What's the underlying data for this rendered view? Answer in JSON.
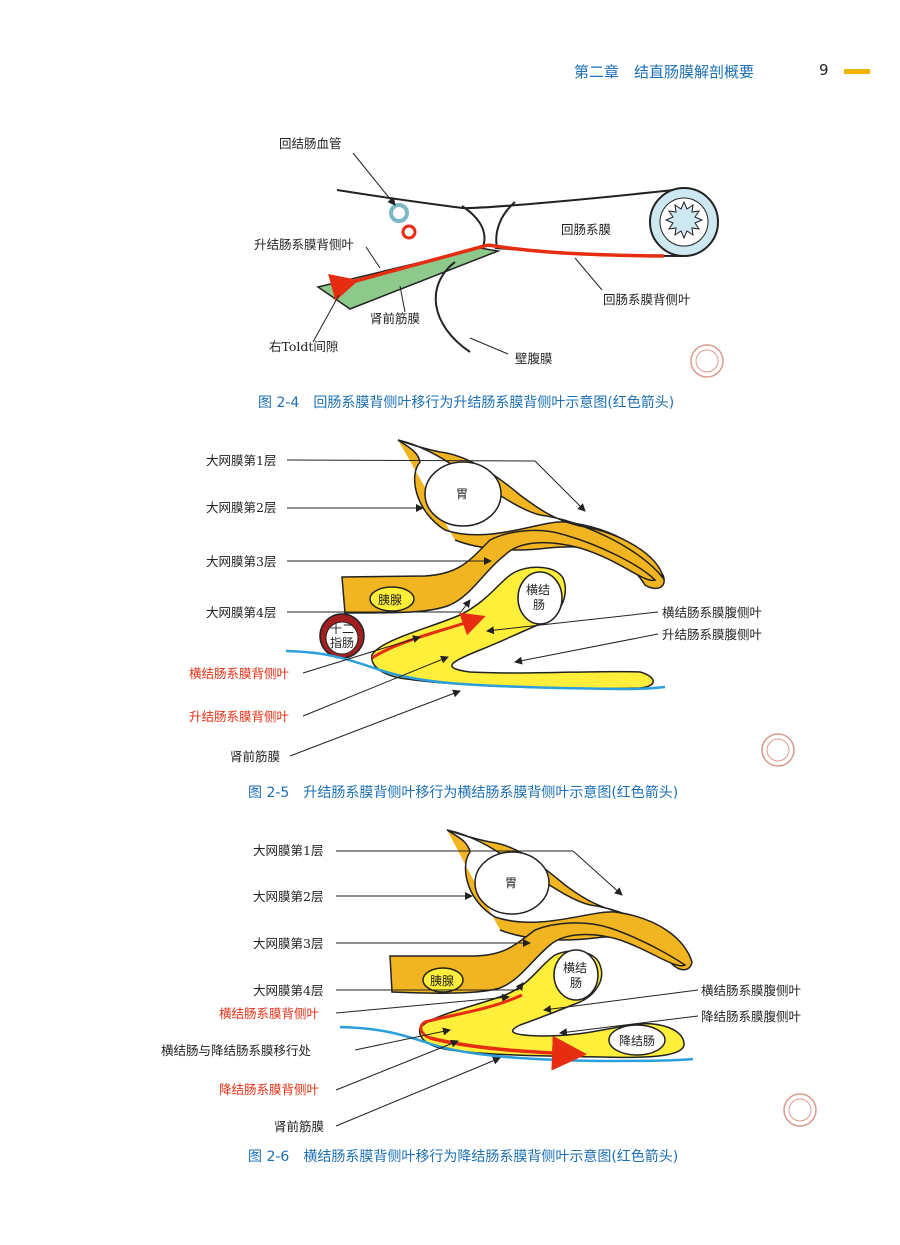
{
  "header": {
    "chapter": "第二章　结直肠膜解剖概要",
    "page_number": "9"
  },
  "figure_2_4": {
    "caption": "图 2-4　回肠系膜背侧叶移行为升结肠系膜背侧叶示意图(红色箭头)",
    "labels": {
      "ileocolic_vessels": "回结肠血管",
      "ascending_mesocolon_dorsal": "升结肠系膜背侧叶",
      "right_toldt": "右Toldt间隙",
      "prerenal_fascia": "肾前筋膜",
      "ileal_mesentery": "回肠系膜",
      "ileal_mesentery_dorsal": "回肠系膜背侧叶",
      "parietal_peritoneum": "壁腹膜"
    }
  },
  "figure_2_5": {
    "caption": "图 2-5　升结肠系膜背侧叶移行为横结肠系膜背侧叶示意图(红色箭头)",
    "labels": {
      "omentum_1": "大网膜第1层",
      "omentum_2": "大网膜第2层",
      "omentum_3": "大网膜第3层",
      "omentum_4": "大网膜第4层",
      "transverse_dorsal": "横结肠系膜背侧叶",
      "ascending_dorsal": "升结肠系膜背侧叶",
      "prerenal_fascia": "肾前筋膜",
      "transverse_ventral": "横结肠系膜腹侧叶",
      "ascending_ventral": "升结肠系膜腹侧叶",
      "stomach": "胃",
      "pancreas": "胰腺",
      "transverse_colon": "横结\n肠",
      "duodenum": "十二\n指肠"
    }
  },
  "figure_2_6": {
    "caption": "图 2-6　横结肠系膜背侧叶移行为降结肠系膜背侧叶示意图(红色箭头)",
    "labels": {
      "omentum_1": "大网膜第1层",
      "omentum_2": "大网膜第2层",
      "omentum_3": "大网膜第3层",
      "omentum_4": "大网膜第4层",
      "transverse_dorsal": "横结肠系膜背侧叶",
      "transition": "横结肠与降结肠系膜移行处",
      "descending_dorsal": "降结肠系膜背侧叶",
      "prerenal_fascia": "肾前筋膜",
      "transverse_ventral": "横结肠系膜腹侧叶",
      "descending_ventral": "降结肠系膜腹侧叶",
      "stomach": "胃",
      "pancreas": "胰腺",
      "transverse_colon": "横结\n肠",
      "descending_colon": "降结肠"
    }
  },
  "colors": {
    "caption_blue": "#1b6fb5",
    "arrow_red": "#e62d12",
    "organ_orange": "#f2b522",
    "mesocolon_yellow": "#ffef3a",
    "fascia_blue": "#2a9fdc",
    "toldt_green": "#8cc98a",
    "header_bar": "#f0b400"
  }
}
